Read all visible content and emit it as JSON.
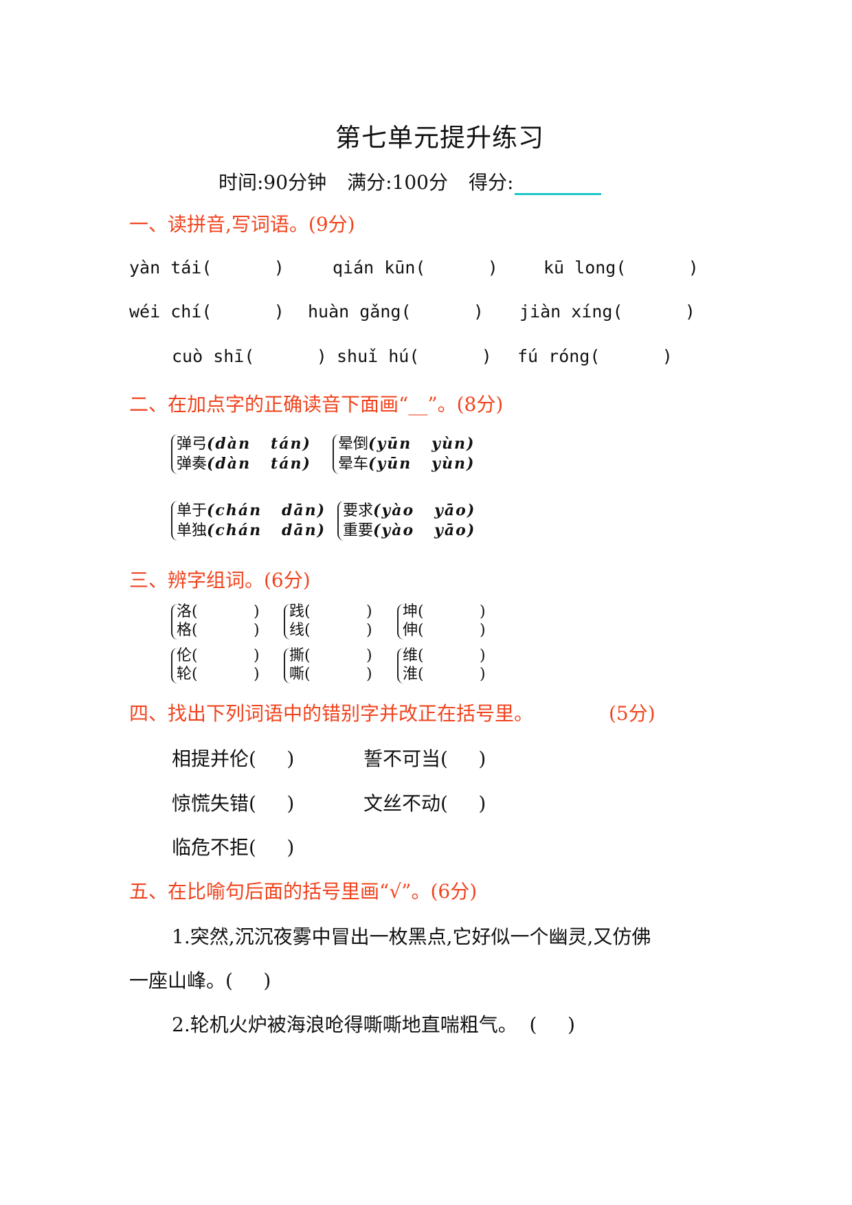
{
  "header": {
    "title": "第七单元提升练习",
    "time": "时间:90分钟",
    "full_score": "满分:100分",
    "score_label": "得分:",
    "score_line_color": "#1cc6c6"
  },
  "colors": {
    "heading": "#f0431d",
    "text": "#111111"
  },
  "section1": {
    "heading": "一、读拼音,写词语。(9分)",
    "rows": [
      [
        "yàn tái(      )",
        "qián kūn(      )",
        "kū long(      )"
      ],
      [
        "wéi chí(      )",
        "huàn gǎng(      )",
        "jiàn xíng(      )"
      ],
      [
        "cuò shī(      )",
        "shuǐ hú(      )",
        "fú róng(      )"
      ]
    ]
  },
  "section2": {
    "heading": "二、在加点字的正确读音下面画“__”。(8分)",
    "groups": [
      {
        "lines": [
          {
            "word": "弹弓",
            "options": "(dàn   tán)"
          },
          {
            "word": "弹奏",
            "options": "(dàn   tán)"
          }
        ]
      },
      {
        "lines": [
          {
            "word": "晕倒",
            "options": "(yūn   yùn)"
          },
          {
            "word": "晕车",
            "options": "(yūn   yùn)"
          }
        ]
      },
      {
        "lines": [
          {
            "word": "单于",
            "options": "(chán   dān)"
          },
          {
            "word": "单独",
            "options": "(chán   dān)"
          }
        ]
      },
      {
        "lines": [
          {
            "word": "要求",
            "options": "(yào   yāo)"
          },
          {
            "word": "重要",
            "options": "(yào   yāo)"
          }
        ]
      }
    ]
  },
  "section3": {
    "heading": "三、辨字组词。(6分)",
    "groups": [
      {
        "chars": [
          "洛",
          "格"
        ]
      },
      {
        "chars": [
          "践",
          "线"
        ]
      },
      {
        "chars": [
          "坤",
          "伸"
        ]
      },
      {
        "chars": [
          "伦",
          "轮"
        ]
      },
      {
        "chars": [
          "撕",
          "嘶"
        ]
      },
      {
        "chars": [
          "维",
          "淮"
        ]
      }
    ],
    "open_paren": "(",
    "close_paren": ")"
  },
  "section4": {
    "heading": "四、找出下列词语中的错别字并改正在括号里。",
    "points": "(5分)",
    "items": [
      "相提并伦(     )",
      "誓不可当(     )",
      "惊慌失错(     )",
      "文丝不动(     )",
      "临危不拒(     )"
    ]
  },
  "section5": {
    "heading": "五、在比喻句后面的括号里画“√”。(6分)",
    "sentences": [
      {
        "line1": "1.突然,沉沉夜雾中冒出一枚黑点,它好似一个幽灵,又仿佛",
        "line2": "一座山峰。(     )"
      },
      {
        "line1": "2.轮机火炉被海浪呛得嘶嘶地直喘粗气。  (     )"
      }
    ]
  }
}
